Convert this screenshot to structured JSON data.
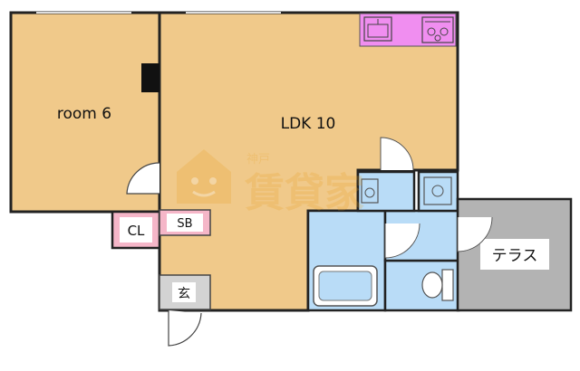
{
  "rooms": {
    "room": "room 6",
    "ldk": "LDK 10",
    "closet": "CL",
    "storage": "SB",
    "entrance": "玄",
    "terrace": "テラス"
  },
  "watermark": {
    "line1": "神戸",
    "line2": "賃貸家"
  },
  "colors": {
    "floor": "#f0c98a",
    "wet_area": "#b9dcf7",
    "kitchen": "#f08ef0",
    "terrace": "#b3b3b3",
    "closet": "#f5b6c8",
    "wall": "#222222"
  }
}
